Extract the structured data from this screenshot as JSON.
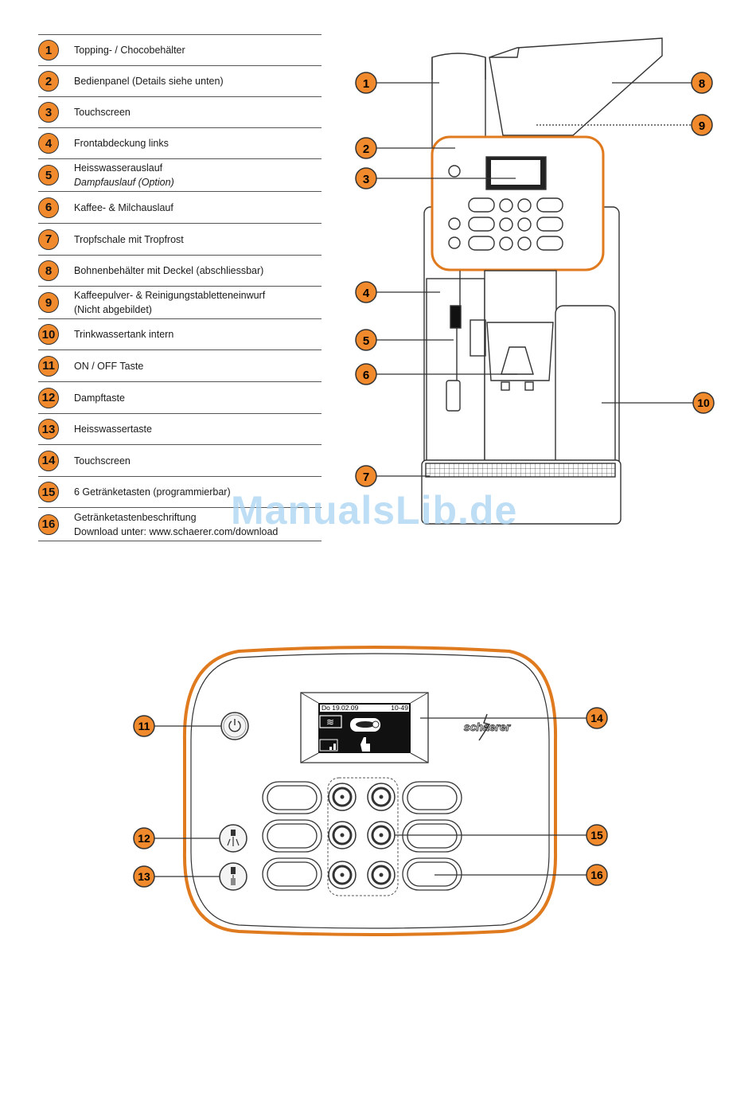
{
  "legend": [
    {
      "num": "1",
      "text": "Topping- / Chocobehälter"
    },
    {
      "num": "2",
      "text": "Bedienpanel (Details siehe unten)"
    },
    {
      "num": "3",
      "text": "Touchscreen"
    },
    {
      "num": "4",
      "text": "Frontabdeckung links"
    },
    {
      "num": "5",
      "text": "Heisswasserauslauf",
      "sub": "Dampfauslauf (Option)"
    },
    {
      "num": "6",
      "text": "Kaffee- & Milchauslauf"
    },
    {
      "num": "7",
      "text": "Tropfschale mit Tropfrost"
    },
    {
      "num": "8",
      "text": "Bohnenbehälter mit Deckel (abschliessbar)"
    },
    {
      "num": "9",
      "text": "Kaffeepulver- & Reinigungstabletteneinwurf",
      "sub": "(Nicht abgebildet)"
    },
    {
      "num": "10",
      "text": "Trinkwassertank intern"
    },
    {
      "num": "11",
      "text": "ON / OFF Taste"
    },
    {
      "num": "12",
      "text": "Dampftaste"
    },
    {
      "num": "13",
      "text": "Heisswassertaste"
    },
    {
      "num": "14",
      "text": "Touchscreen"
    },
    {
      "num": "15",
      "text": "6 Getränketasten (programmierbar)"
    },
    {
      "num": "16",
      "text": "Getränketastenbeschriftung",
      "sub": "Download unter: www.schaerer.com/download"
    }
  ],
  "machine_callouts": [
    "1",
    "2",
    "3",
    "4",
    "5",
    "6",
    "7",
    "8",
    "9",
    "10"
  ],
  "panel_callouts": [
    "11",
    "12",
    "13",
    "14",
    "15",
    "16"
  ],
  "screen": {
    "date": "Do 19.02.09",
    "time": "10-49"
  },
  "brand": "schaerer",
  "watermark": "ManualsLib.de",
  "colors": {
    "accent": "#f08a2c",
    "line": "#333333"
  }
}
